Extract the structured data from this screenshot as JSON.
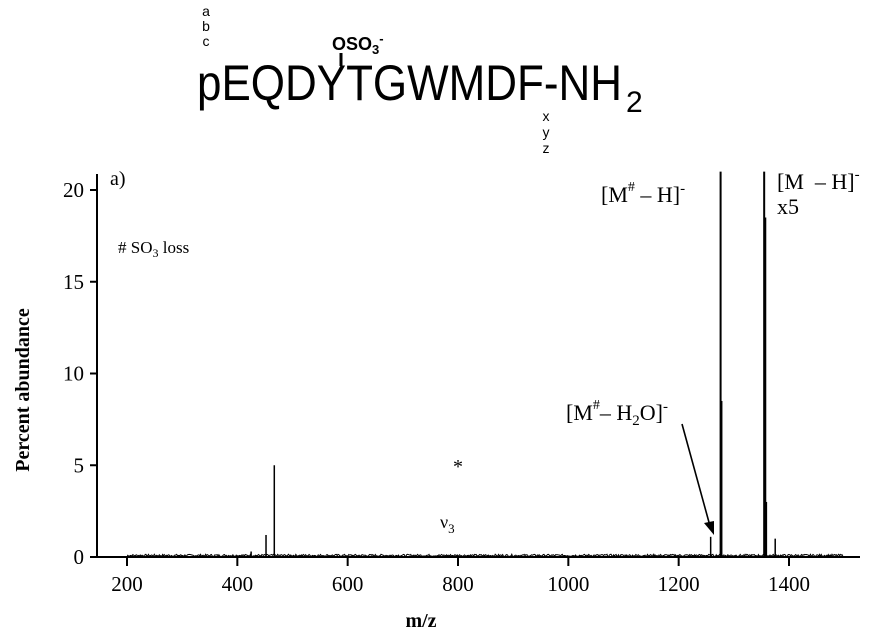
{
  "sequence": {
    "pre_y": "pEQD",
    "y_residue": "Y",
    "post_y": "TGWMDF",
    "cterm": "-NH",
    "cterm_sub": "2",
    "frag_a": "a",
    "frag_b": "b",
    "frag_c": "c",
    "frag_x": "x",
    "frag_y": "y",
    "frag_z": "z",
    "mod_os": "OSO",
    "mod_sub": "3",
    "mod_sup": "-"
  },
  "chart_data": {
    "type": "line",
    "panel_label": "a)",
    "xlabel": "m/z",
    "ylabel": "Percent abundance",
    "xlim": [
      190,
      1500
    ],
    "ylim": [
      0,
      21
    ],
    "xticks": [
      200,
      400,
      600,
      800,
      1000,
      1200,
      1400
    ],
    "yticks": [
      0,
      5,
      10,
      15,
      20
    ],
    "legend_note": {
      "prefix": "# SO",
      "sub": "3",
      "suffix": " loss"
    },
    "peaks": [
      {
        "x": 425,
        "y": 0.3
      },
      {
        "x": 452,
        "y": 1.2
      },
      {
        "x": 467,
        "y": 5.0
      },
      {
        "x": 1258,
        "y": 1.1
      },
      {
        "x": 1276,
        "y": 21.0
      },
      {
        "x": 1278,
        "y": 8.5
      },
      {
        "x": 1355,
        "y": 21.0
      },
      {
        "x": 1357,
        "y": 18.5
      },
      {
        "x": 1359,
        "y": 3.0
      },
      {
        "x": 1375,
        "y": 1.0
      }
    ],
    "annotations": {
      "v3_main": "ν",
      "v3_sub": "3",
      "star": "*",
      "mh_main": "[M",
      "mh_gap": "  – H]",
      "mh_sup": "-",
      "mh_scale": "x5",
      "mhash_main": "[M",
      "mhash_hash": "#",
      "mhash_rest": " – H]",
      "mhash_sup": "-",
      "h2o_main": "[M",
      "h2o_hash": "#",
      "h2o_mid": "– H",
      "h2o_sub": "2",
      "h2o_end": "O]",
      "h2o_sup": "-"
    }
  }
}
